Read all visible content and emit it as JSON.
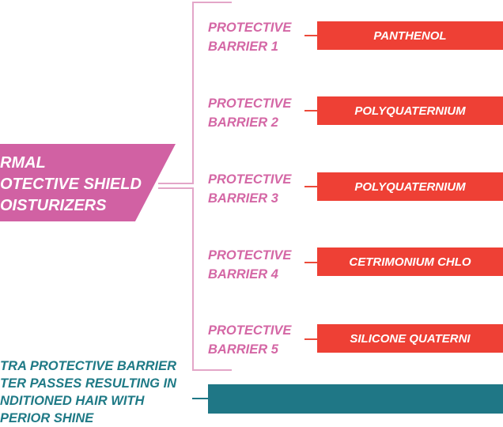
{
  "central": {
    "lines": [
      "RMAL",
      "OTECTIVE SHIELD",
      "OISTURIZERS"
    ]
  },
  "barriers": [
    {
      "label1": "PROTECTIVE",
      "label2": "BARRIER 1",
      "ingredient": "PANTHENOL"
    },
    {
      "label1": "PROTECTIVE",
      "label2": "BARRIER 2",
      "ingredient": "POLYQUATERNIUM"
    },
    {
      "label1": "PROTECTIVE",
      "label2": "BARRIER 3",
      "ingredient": "POLYQUATERNIUM"
    },
    {
      "label1": "PROTECTIVE",
      "label2": "BARRIER 4",
      "ingredient": "CETRIMONIUM CHLO"
    },
    {
      "label1": "PROTECTIVE",
      "label2": "BARRIER 5",
      "ingredient": "SILICONE QUATERNI"
    }
  ],
  "result": {
    "lines": [
      "TRA PROTECTIVE BARRIER",
      "TER PASSES RESULTING IN",
      "NDITIONED HAIR WITH",
      "PERIOR SHINE"
    ]
  },
  "colors": {
    "pink": "#d161a3",
    "red": "#ee4035",
    "teal": "#1f7786"
  }
}
